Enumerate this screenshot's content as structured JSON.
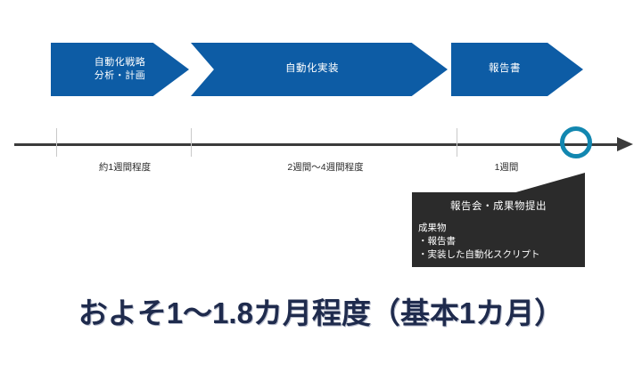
{
  "phases": [
    {
      "label": "自動化戦略\n分析・計画",
      "duration": "約1週間程度",
      "color": "#0d5ca5"
    },
    {
      "label": "自動化実装",
      "duration": "2週間～4週間程度",
      "color": "#0d5ca5"
    },
    {
      "label": "報告書",
      "duration": "1週間",
      "color": "#0d5ca5"
    }
  ],
  "timeline": {
    "axis_color": "#3b3b3b",
    "tick_color": "#c9c9c9",
    "milestone_color": "#1287b0"
  },
  "callout": {
    "title": "報告会・成果物提出",
    "body": "成果物\n・報告書\n・実装した自動化スクリプト",
    "background": "#2b2b2b"
  },
  "headline": {
    "text": "およそ1～1.8カ月程度（基本1カ月）",
    "color": "#1f2b4d"
  }
}
